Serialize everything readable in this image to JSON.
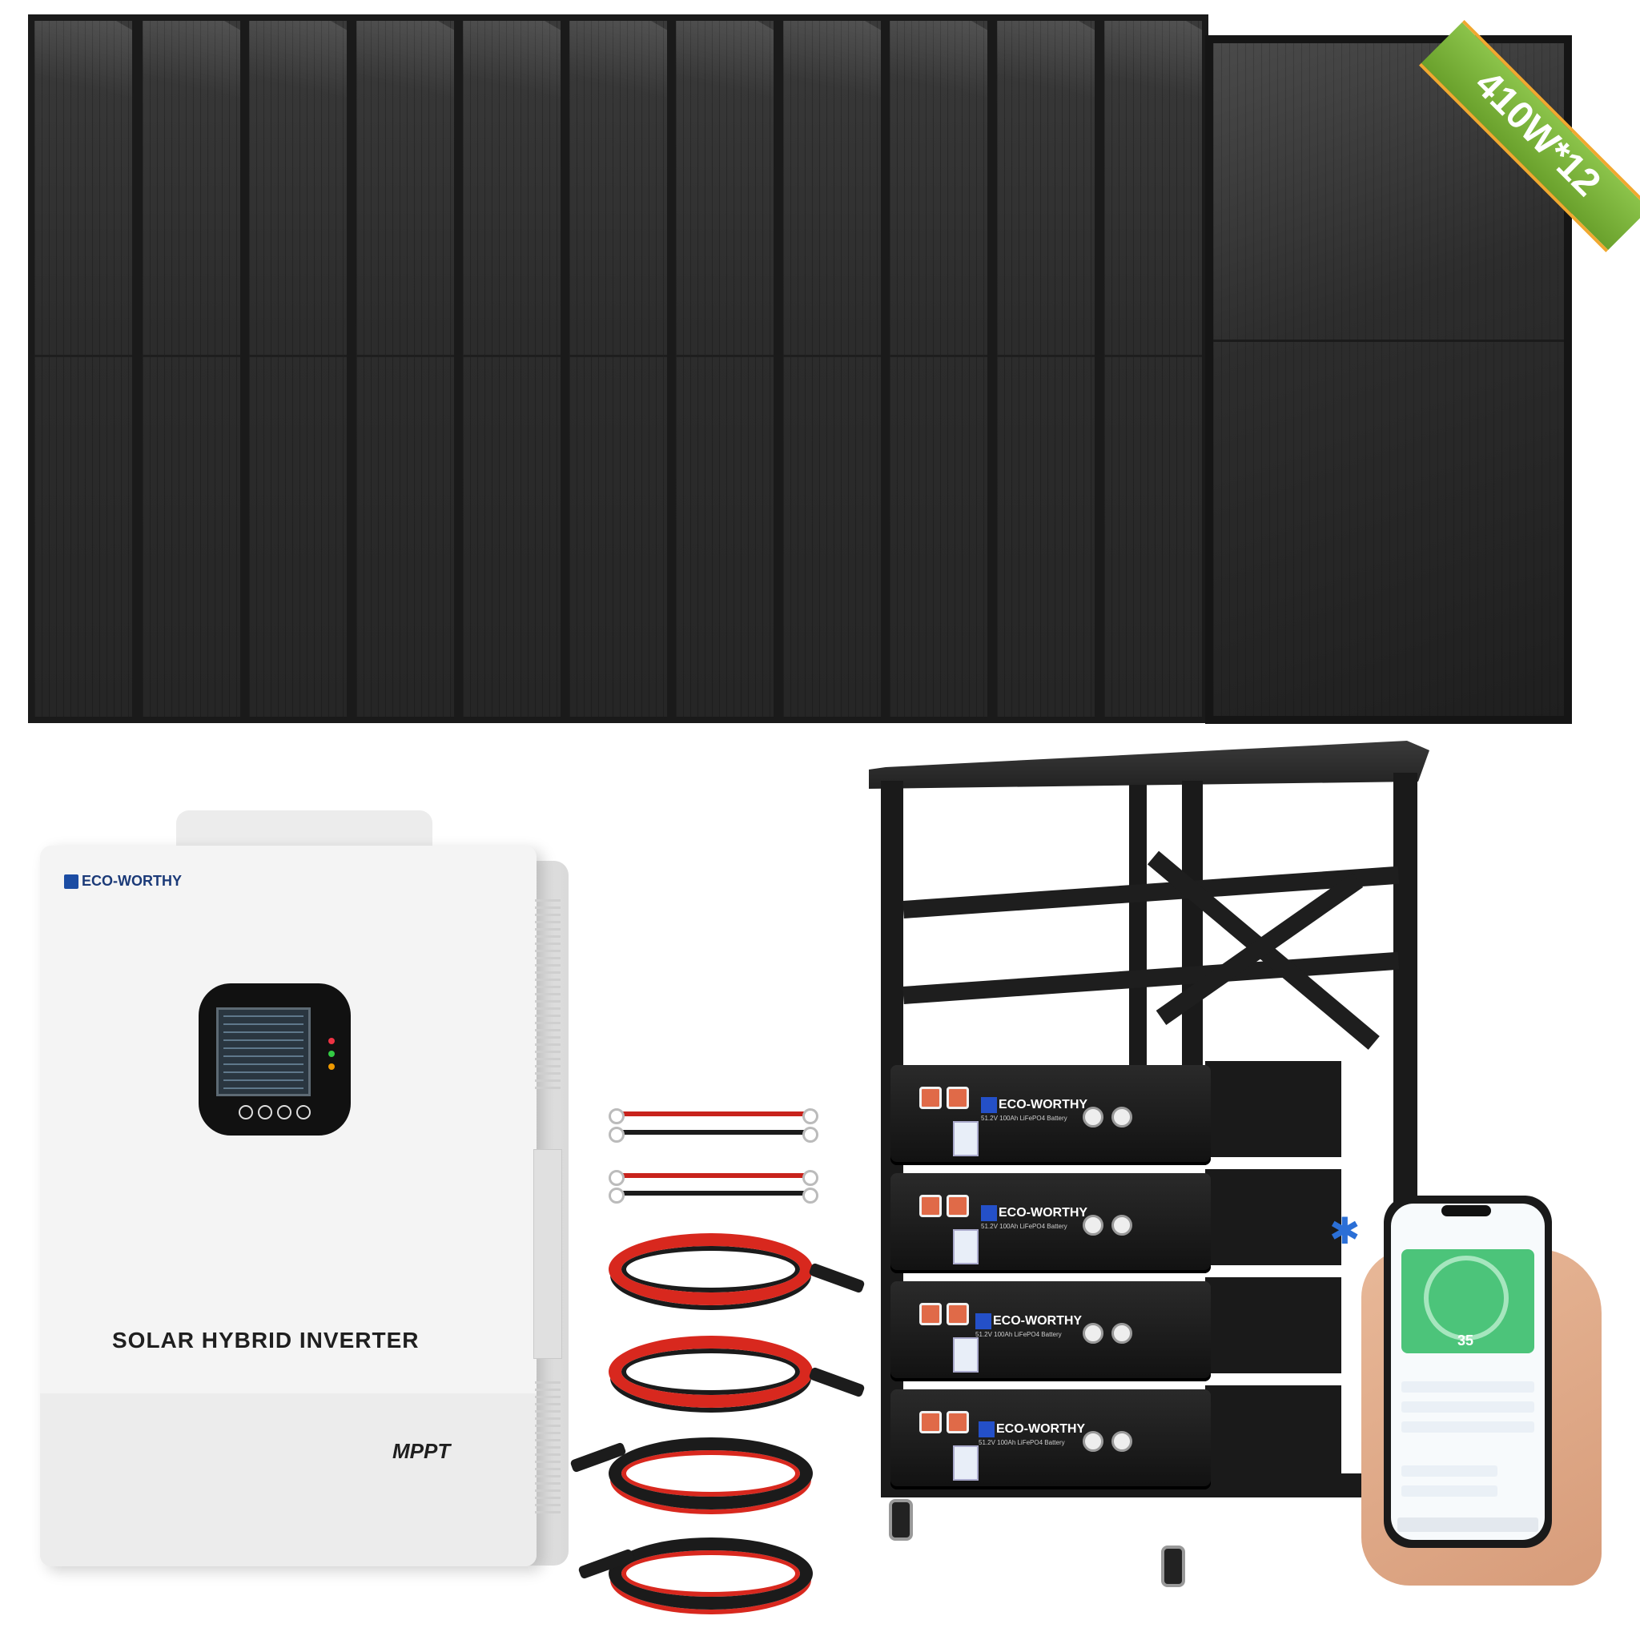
{
  "product": {
    "panel_badge": "410W*12",
    "inverter": {
      "brand": "ECO-WORTHY",
      "title": "SOLAR HYBRID INVERTER",
      "mppt_label": "MPPT"
    },
    "batteries": {
      "brand": "ECO-WORTHY",
      "model_text": "51.2V 100Ah LiFePO4 Battery",
      "count": 4
    },
    "phone_app": {
      "gauge_value": "35"
    }
  },
  "colors": {
    "badge_green": "#7cb342",
    "badge_border": "#f0a830",
    "cable_red": "#d8281e",
    "cable_black": "#1b1b1b",
    "app_green": "#4cc47a",
    "brand_blue": "#1b4ca3"
  }
}
